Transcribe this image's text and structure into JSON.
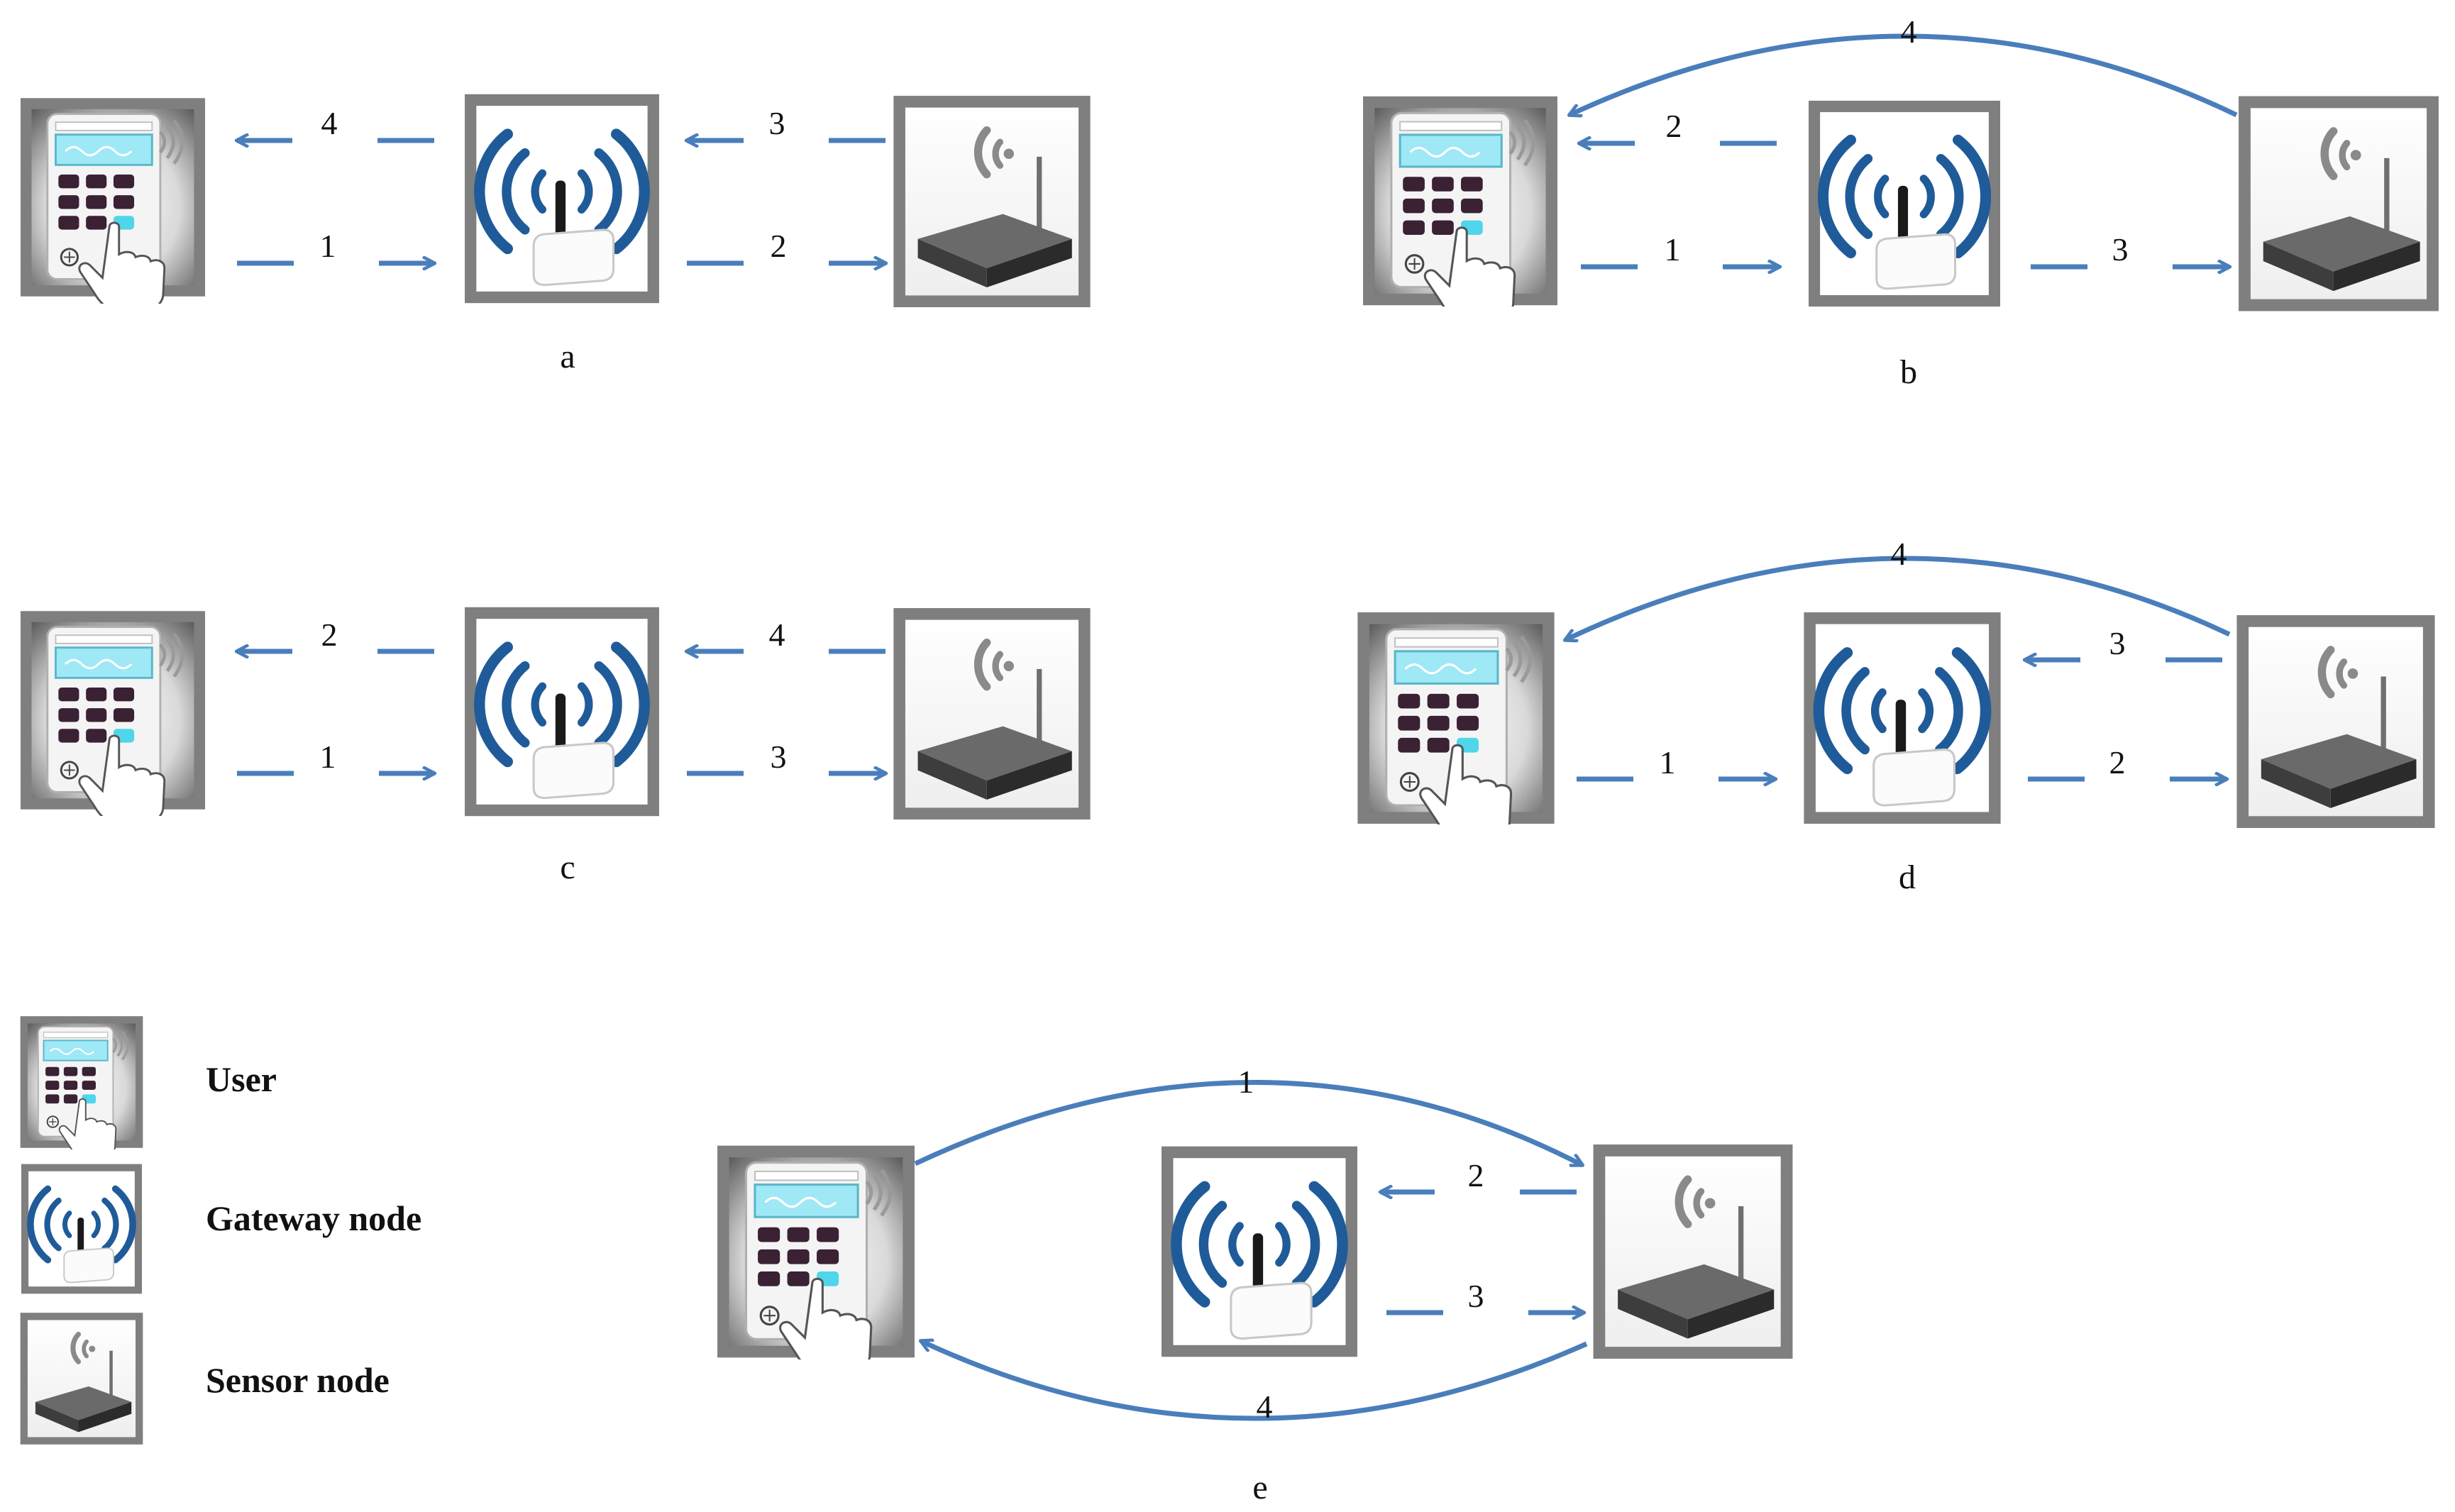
{
  "legend": [
    {
      "label": "User"
    },
    {
      "label": "Gateway node"
    },
    {
      "label": "Sensor node"
    }
  ],
  "panels": [
    {
      "caption": "a",
      "labels": [
        "4",
        "1",
        "3",
        "2"
      ]
    },
    {
      "caption": "b",
      "labels": [
        "4",
        "2",
        "1",
        "3"
      ]
    },
    {
      "caption": "c",
      "labels": [
        "2",
        "1",
        "4",
        "3"
      ]
    },
    {
      "caption": "d",
      "labels": [
        "4",
        "3",
        "1",
        "2"
      ]
    },
    {
      "caption": "e",
      "labels": [
        "1",
        "2",
        "3",
        "4"
      ]
    }
  ],
  "colors": {
    "arrow": "#4a7ebb",
    "frame": "#7f7f7f",
    "gateway_waves": "#1f5b99"
  },
  "icons": [
    "user-keypad-icon",
    "gateway-antenna-icon",
    "sensor-router-icon"
  ]
}
